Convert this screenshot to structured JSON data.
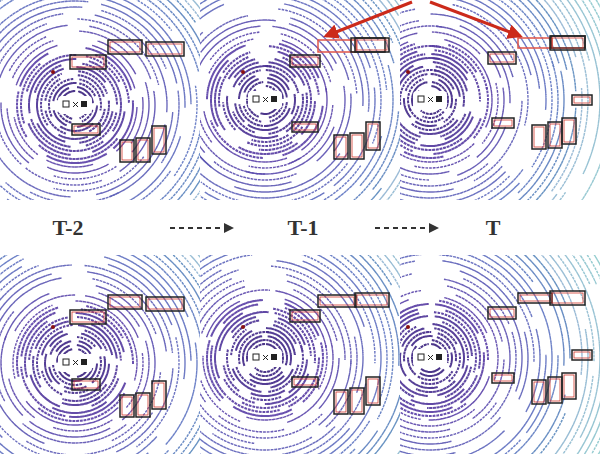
{
  "diagram": {
    "labels": [
      "T-2",
      "T-1",
      "T"
    ]
  }
}
